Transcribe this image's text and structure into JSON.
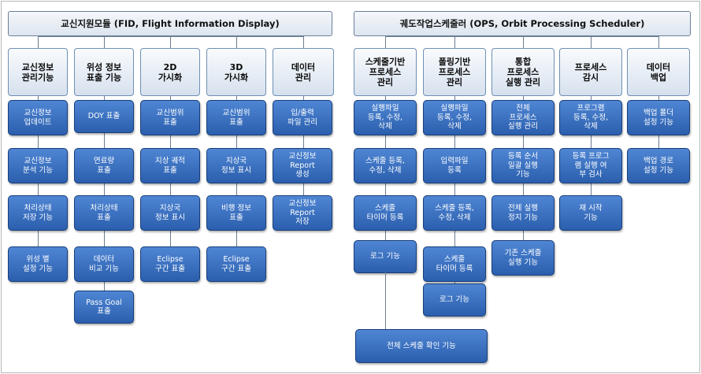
{
  "left_panel": {
    "title": "교신지원모듈 (FID, Flight Information Display)",
    "categories": [
      {
        "label": "교신정보\n관리기능",
        "items": [
          "교신정보\n업데이트",
          "교신정보\n분석 기능",
          "처리상태\n저장 기능",
          "위성 별\n설정 기능"
        ]
      },
      {
        "label": "위성 정보\n표출 기능",
        "items": [
          "DOY 표출",
          "연료량\n표출",
          "처리상태\n표출",
          "데이터\n비교 기능",
          "Pass Goal\n표출"
        ]
      },
      {
        "label": "2D\n가시화",
        "items": [
          "교신범위\n표출",
          "지상 궤적\n표출",
          "지상국\n정보 표시",
          "Eclipse\n구간 표출"
        ]
      },
      {
        "label": "3D\n가시화",
        "items": [
          "교신범위\n표출",
          "지상국\n정보 표시",
          "비행 정보\n표출",
          "Eclipse\n구간 표출"
        ]
      },
      {
        "label": "데이터\n관리",
        "items": [
          "입/출력\n파일 관리",
          "교신정보\nReport\n생성",
          "교신정보\nReport\n저장"
        ]
      }
    ]
  },
  "right_panel": {
    "title": "궤도작업스케줄러 (OPS, Orbit Processing Scheduler)",
    "categories": [
      {
        "label": "스케줄기반\n프로세스\n관리",
        "items": [
          "실행파일\n등록, 수정,\n삭제",
          "스케줄 등록,\n수정, 삭제",
          "스케줄\n타이머 등록",
          "로그 기능"
        ]
      },
      {
        "label": "폴링기반\n프로세스\n관리",
        "items": [
          "실행파일\n등록, 수정,\n삭제",
          "입력파일\n등록",
          "스케줄 등록,\n수정, 삭제",
          "스케줄\n타이머 등록",
          "로그 기능"
        ]
      },
      {
        "label": "통합\n프로세스\n실행 관리",
        "items": [
          "전체\n프로세스\n실행 관리",
          "등록 순서\n일괄 실행\n기능",
          "전체 실행\n정지 기능",
          "기존 스케줄\n실행 기능"
        ]
      },
      {
        "label": "프로세스\n감시",
        "items": [
          "프로그램\n등록, 수정,\n삭제",
          "등록 프로그\n램 실행 여\n부 검사",
          "재 시작\n기능"
        ]
      },
      {
        "label": "데이터\n백업",
        "items": [
          "백업 폴더\n설정 기능",
          "백업 경로\n설정 기능"
        ]
      }
    ],
    "bottom_item": "전체 스케줄 확인 기능"
  }
}
